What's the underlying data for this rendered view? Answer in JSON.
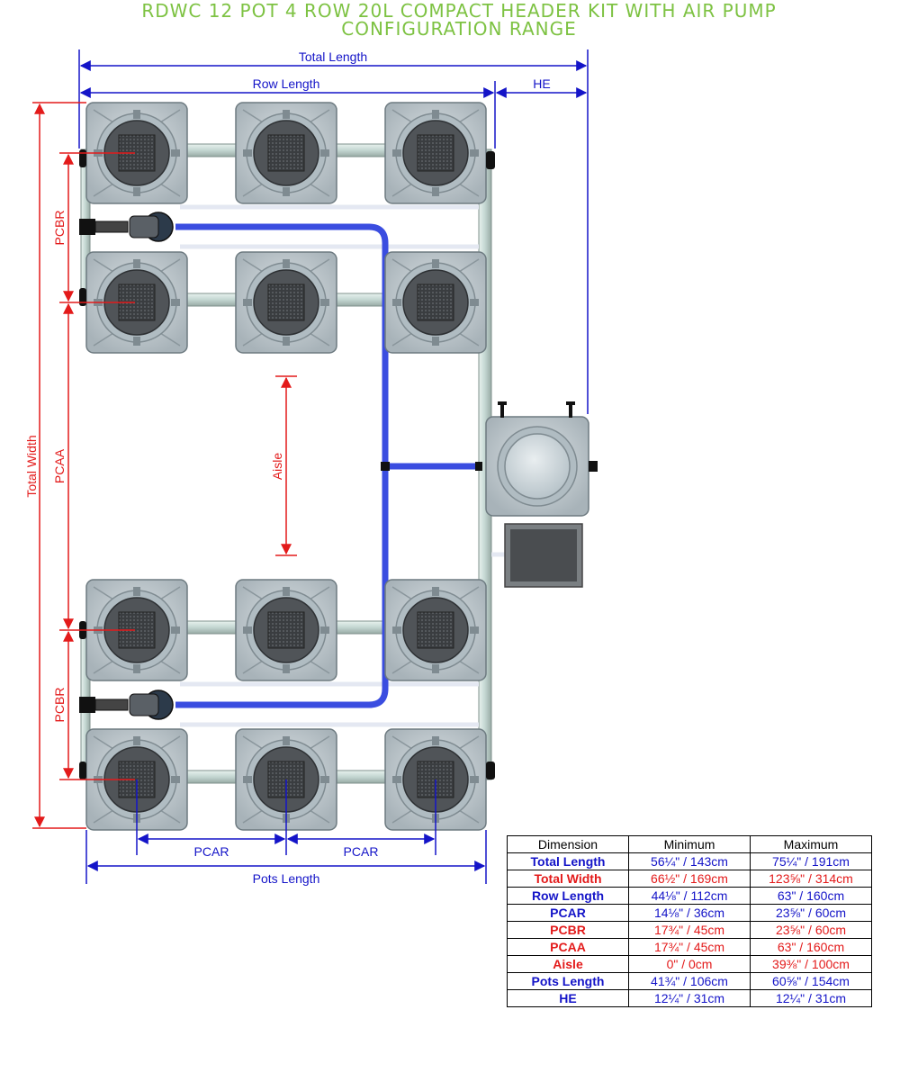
{
  "title": {
    "line1": "RDWC 12 POT 4 ROW 20L COMPACT HEADER KIT WITH AIR PUMP",
    "line2": "CONFIGURATION RANGE"
  },
  "colors": {
    "title": "#7dc242",
    "dim_blue": "#1414c8",
    "dim_red": "#e31a1a",
    "hose_blue": "#3a4de0",
    "pipe": "#cfe0dc",
    "pot": "#b9c3c8"
  },
  "labels": {
    "total_length": "Total Length",
    "row_length": "Row Length",
    "he": "HE",
    "total_width": "Total Width",
    "pcbr_top": "PCBR",
    "pcbr_bottom": "PCBR",
    "pcaa": "PCAA",
    "aisle": "Aisle",
    "pcar_left": "PCAR",
    "pcar_right": "PCAR",
    "pots_length": "Pots Length"
  },
  "table": {
    "headers": [
      "Dimension",
      "Minimum",
      "Maximum"
    ],
    "rows": [
      {
        "name": "Total Length",
        "min": "56¼\" / 143cm",
        "max": "75¼\" / 191cm",
        "color": "blue"
      },
      {
        "name": "Total Width",
        "min": "66½\" / 169cm",
        "max": "123⅝\" / 314cm",
        "color": "red"
      },
      {
        "name": "Row Length",
        "min": "44⅛\" / 112cm",
        "max": "63\" / 160cm",
        "color": "blue"
      },
      {
        "name": "PCAR",
        "min": "14⅛\" / 36cm",
        "max": "23⅝\" / 60cm",
        "color": "blue"
      },
      {
        "name": "PCBR",
        "min": "17¾\" / 45cm",
        "max": "23⅝\" / 60cm",
        "color": "red"
      },
      {
        "name": "PCAA",
        "min": "17¾\" / 45cm",
        "max": "63\" / 160cm",
        "color": "red"
      },
      {
        "name": "Aisle",
        "min": "0\" / 0cm",
        "max": "39⅜\" / 100cm",
        "color": "red"
      },
      {
        "name": "Pots Length",
        "min": "41¾\" / 106cm",
        "max": "60⅝\" / 154cm",
        "color": "blue"
      },
      {
        "name": "HE",
        "min": "12¼\" / 31cm",
        "max": "12¼\" / 31cm",
        "color": "blue"
      }
    ]
  }
}
